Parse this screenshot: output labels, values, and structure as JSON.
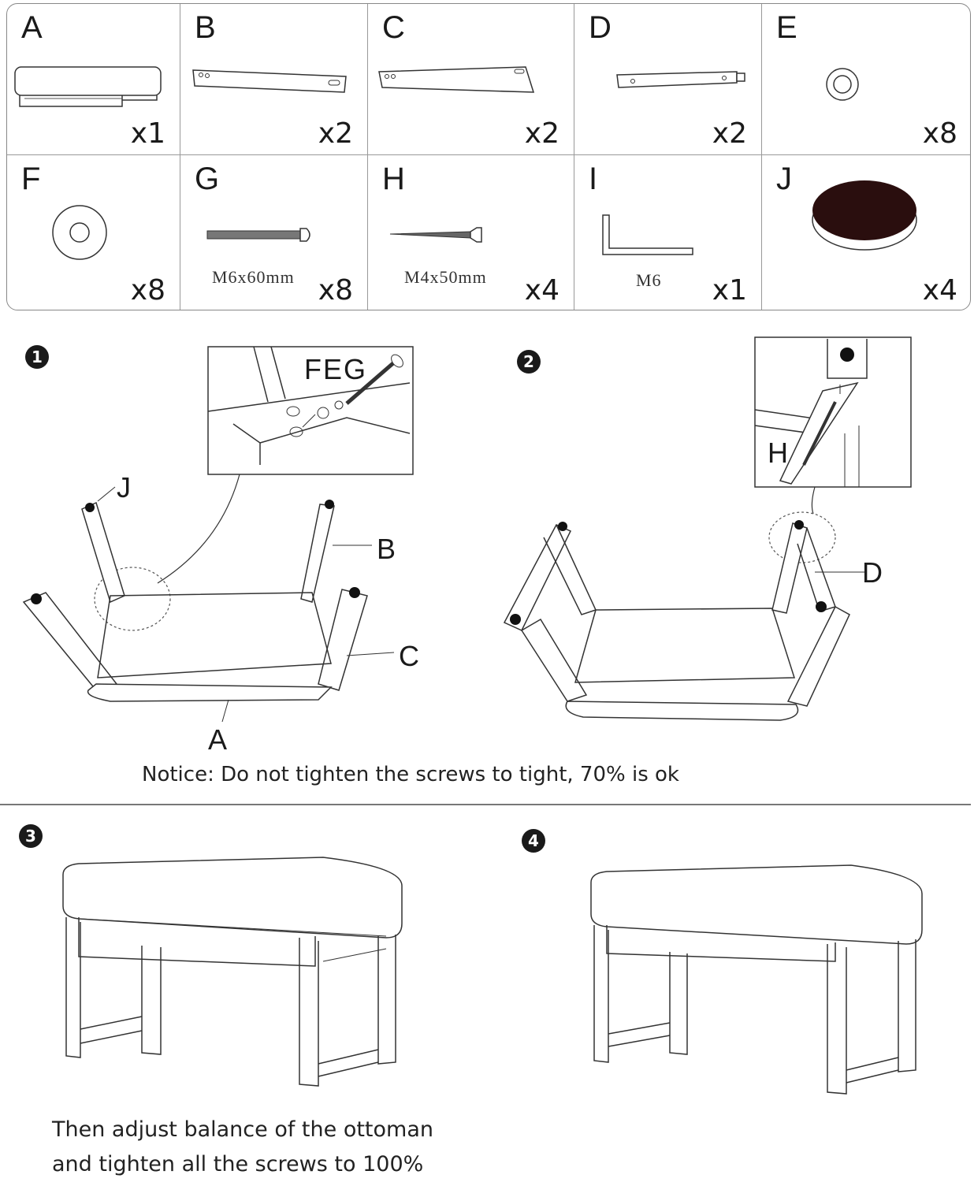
{
  "parts": [
    {
      "letter": "A",
      "qty": "x1",
      "spec": "",
      "icon": "cushion-seat"
    },
    {
      "letter": "B",
      "qty": "x2",
      "spec": "",
      "icon": "long-rail-b"
    },
    {
      "letter": "C",
      "qty": "x2",
      "spec": "",
      "icon": "long-rail-c"
    },
    {
      "letter": "D",
      "qty": "x2",
      "spec": "",
      "icon": "short-rail-d"
    },
    {
      "letter": "E",
      "qty": "x8",
      "spec": "",
      "icon": "lock-washer"
    },
    {
      "letter": "F",
      "qty": "x8",
      "spec": "",
      "icon": "flat-washer"
    },
    {
      "letter": "G",
      "qty": "x8",
      "spec": "M6x60mm",
      "icon": "bolt"
    },
    {
      "letter": "H",
      "qty": "x4",
      "spec": "M4x50mm",
      "icon": "wood-screw"
    },
    {
      "letter": "I",
      "qty": "x1",
      "spec": "M6",
      "icon": "allen-key"
    },
    {
      "letter": "J",
      "qty": "x4",
      "spec": "",
      "icon": "felt-pad"
    }
  ],
  "steps": {
    "step1": {
      "number": "1",
      "inset_label": "FEG",
      "labels": {
        "j": "J",
        "b": "B",
        "c": "C",
        "a": "A"
      }
    },
    "step2": {
      "number": "2",
      "inset_label": "H",
      "labels": {
        "d": "D"
      }
    },
    "step3": {
      "number": "3"
    },
    "step4": {
      "number": "4"
    }
  },
  "notice": "Notice: Do not tighten the screws to tight, 70% is ok",
  "final_instruction": {
    "line1": "Then adjust balance of the ottoman",
    "line2": "and tighten all the screws to 100%"
  }
}
